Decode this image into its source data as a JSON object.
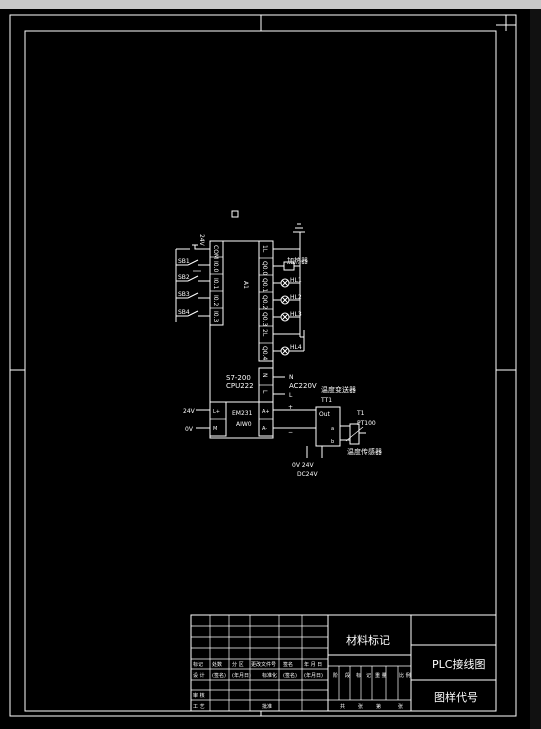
{
  "plc": {
    "module_id": "A1",
    "model": "S7-200",
    "cpu": "CPU222",
    "supply_voltage": "24V",
    "input_terminals": [
      "COM",
      "I0.0",
      "I0.1",
      "I0.2",
      "I0.3"
    ],
    "output_terminals": [
      "1L",
      "Q0.0",
      "Q0.1",
      "Q0.2",
      "Q0.3",
      "2L",
      "Q0.4"
    ],
    "power_terminals": [
      "N",
      "L"
    ]
  },
  "inputs": {
    "switch_labels": [
      "SB1",
      "SB2",
      "SB3",
      "SB4"
    ]
  },
  "outputs": {
    "heater_label": "加热器",
    "lamp_labels": [
      "HL1",
      "HL2",
      "HL3",
      "HL4"
    ]
  },
  "power": {
    "n_label": "N",
    "ac_label": "AC220V",
    "l_label": "L"
  },
  "analog_module": {
    "name": "EM231",
    "sub": "AIW0",
    "left_terminals": [
      "L+",
      "M"
    ],
    "right_terminals": [
      "A+",
      "A-"
    ],
    "supply_24v": "24V",
    "supply_0v": "0V"
  },
  "transmitter": {
    "title": "温度变送器",
    "id": "TT1",
    "out_label": "Out",
    "plus": "+",
    "minus": "−",
    "dc_label_1": "0V  24V",
    "dc_label_2": "DC24V"
  },
  "sensor": {
    "id": "T1",
    "model": "PT100",
    "title": "温度传感器",
    "pin_a": "a",
    "pin_b": "b"
  },
  "title_block": {
    "material_label": "材料标记",
    "drawing_name": "PLC接线图",
    "drawing_code_label": "图样代号",
    "mark_row": [
      "标记",
      "处数",
      "分 区",
      "更改文件号",
      "签名",
      "年 月 日"
    ],
    "design_row": [
      "设 计",
      "(签名)",
      "(年月日)",
      "标准化",
      "(签名)",
      "(年月日)"
    ],
    "review_label": "审 核",
    "process_label": "工 艺",
    "approve_label": "批准",
    "stage_row": [
      "阶",
      "段",
      "标",
      "记",
      "重 量",
      "比 例"
    ],
    "sheet_row": [
      "共",
      "张",
      "第",
      "张"
    ]
  }
}
